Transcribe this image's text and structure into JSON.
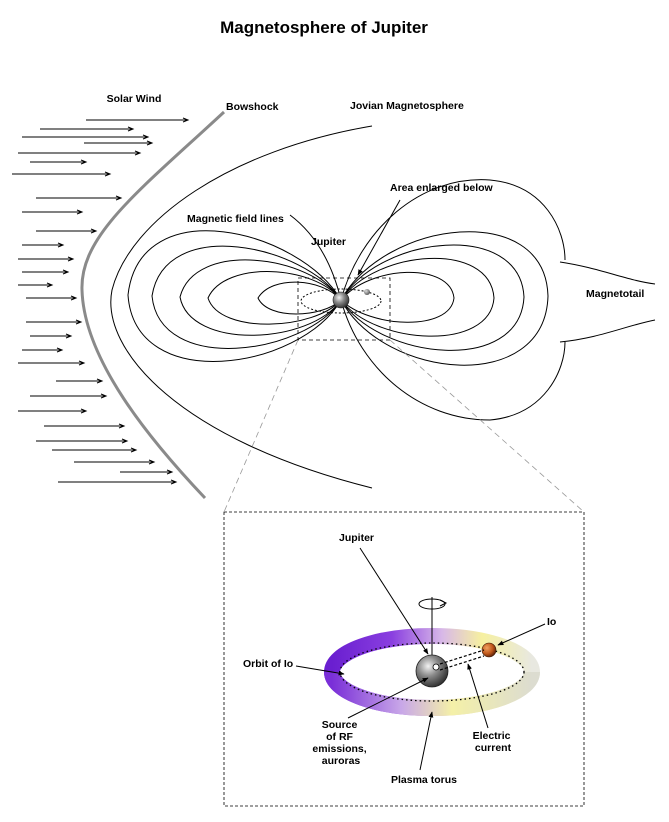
{
  "title": "Magnetosphere of Jupiter",
  "labels": {
    "solar_wind": "Solar Wind",
    "bowshock": "Bowshock",
    "jovian_magnetosphere": "Jovian Magnetosphere",
    "area_enlarged": "Area enlarged below",
    "magnetic_field_lines": "Magnetic field lines",
    "jupiter_top": "Jupiter",
    "magnetotail": "Magnetotail"
  },
  "inset": {
    "jupiter": "Jupiter",
    "io": "Io",
    "orbit_of_io": "Orbit of Io",
    "source_lines": [
      "Source",
      "of RF",
      "emissions,",
      "auroras"
    ],
    "electric_current_lines": [
      "Electric",
      "current"
    ],
    "plasma_torus": "Plasma torus"
  },
  "colors": {
    "torus_purple": "#6a1fd0",
    "torus_yellow": "#f2ee9a",
    "io_orange": "#c0581a",
    "jupiter_gray": "#6e6e6e"
  }
}
